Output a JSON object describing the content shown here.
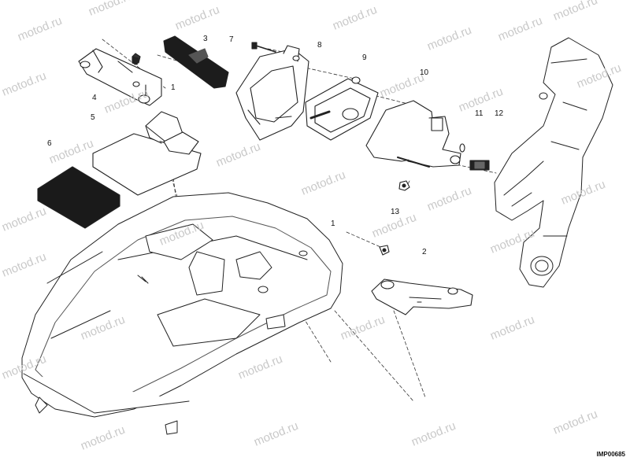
{
  "watermark": "motod.ru",
  "image_code": "IMP00685",
  "callouts": [
    "1",
    "2",
    "3",
    "4",
    "5",
    "6",
    "7",
    "8",
    "9",
    "10",
    "11",
    "12",
    "13"
  ]
}
